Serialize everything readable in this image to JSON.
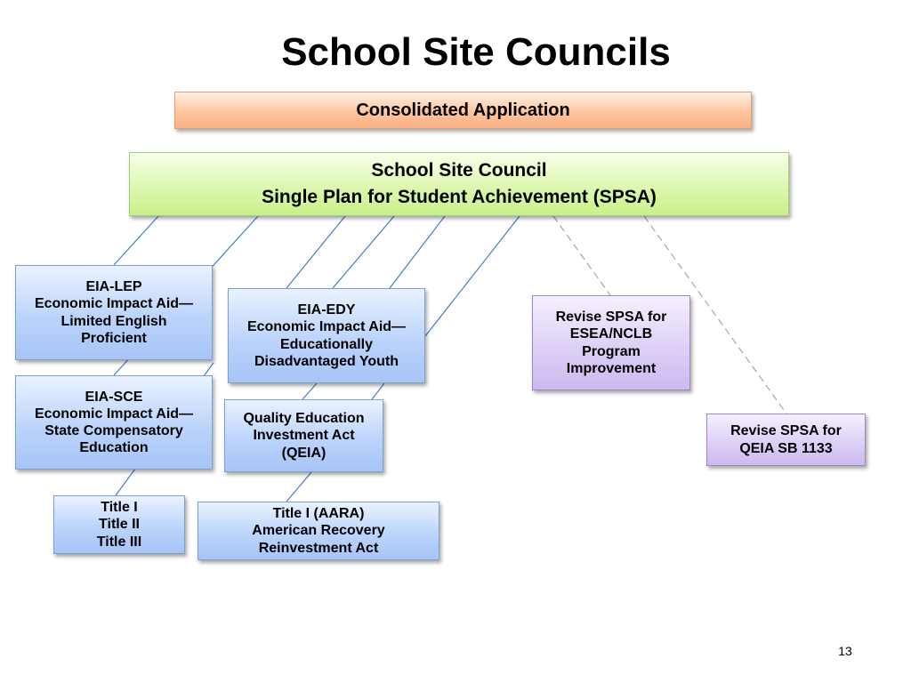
{
  "slide": {
    "title": "School Site Councils",
    "page_number": "13"
  },
  "boxes": {
    "consolidated": {
      "text": "Consolidated Application"
    },
    "ssc": {
      "line1": "School Site Council",
      "line2": "Single Plan for Student Achievement (SPSA)"
    },
    "eia_lep": {
      "lines": [
        "EIA-LEP",
        "Economic Impact Aid—",
        "Limited English",
        "Proficient"
      ]
    },
    "eia_edy": {
      "lines": [
        "EIA-EDY",
        "Economic Impact Aid—",
        "Educationally",
        "Disadvantaged Youth"
      ]
    },
    "eia_sce": {
      "lines": [
        "EIA-SCE",
        "Economic Impact Aid—",
        "State Compensatory",
        "Education"
      ]
    },
    "qeia": {
      "lines": [
        "Quality Education",
        "Investment Act",
        "(QEIA)"
      ]
    },
    "titles": {
      "lines": [
        "Title I",
        "Title II",
        "Title III"
      ]
    },
    "aara": {
      "lines": [
        "Title I (AARA)",
        "American Recovery",
        "Reinvestment Act"
      ]
    },
    "revise_esea": {
      "lines": [
        "Revise SPSA for",
        "ESEA/NCLB",
        "Program",
        "Improvement"
      ]
    },
    "revise_qeia": {
      "lines": [
        "Revise SPSA for",
        "QEIA SB 1133"
      ]
    }
  },
  "colors": {
    "connector_solid": "#4a7bc4",
    "connector_dashed": "#a6a6a6"
  }
}
